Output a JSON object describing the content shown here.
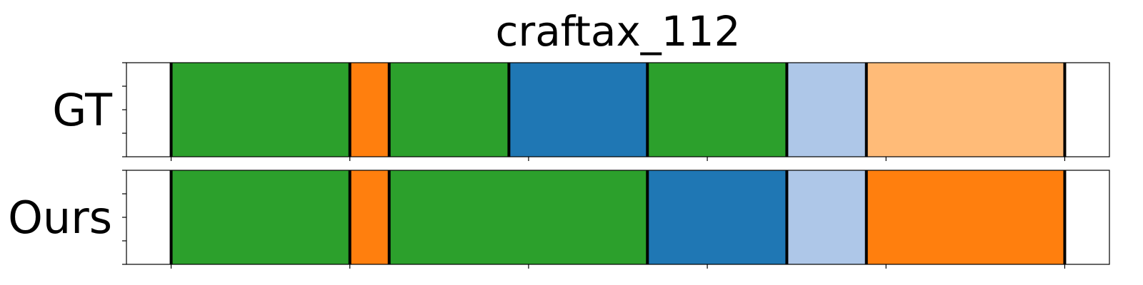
{
  "chart_data": {
    "type": "bar",
    "title": "craftax_112",
    "xlabel": "",
    "ylabel": "",
    "xlim": [
      -0.05,
      1.05
    ],
    "grid": false,
    "legend": "none",
    "rows": [
      {
        "label": "GT",
        "segments": [
          {
            "start": 0.0,
            "end": 0.2,
            "color": "#2ca02c"
          },
          {
            "start": 0.2,
            "end": 0.244,
            "color": "#ff7f0e"
          },
          {
            "start": 0.244,
            "end": 0.378,
            "color": "#2ca02c"
          },
          {
            "start": 0.378,
            "end": 0.533,
            "color": "#1f77b4"
          },
          {
            "start": 0.533,
            "end": 0.689,
            "color": "#2ca02c"
          },
          {
            "start": 0.689,
            "end": 0.778,
            "color": "#aec7e8"
          },
          {
            "start": 0.778,
            "end": 1.0,
            "color": "#ffbb78"
          }
        ]
      },
      {
        "label": "Ours",
        "segments": [
          {
            "start": 0.0,
            "end": 0.2,
            "color": "#2ca02c"
          },
          {
            "start": 0.2,
            "end": 0.244,
            "color": "#ff7f0e"
          },
          {
            "start": 0.244,
            "end": 0.533,
            "color": "#2ca02c"
          },
          {
            "start": 0.533,
            "end": 0.689,
            "color": "#1f77b4"
          },
          {
            "start": 0.689,
            "end": 0.778,
            "color": "#aec7e8"
          },
          {
            "start": 0.778,
            "end": 1.0,
            "color": "#ff7f0e"
          }
        ]
      }
    ],
    "xticks": [
      0.0,
      0.2,
      0.4,
      0.6,
      0.8,
      1.0
    ]
  }
}
